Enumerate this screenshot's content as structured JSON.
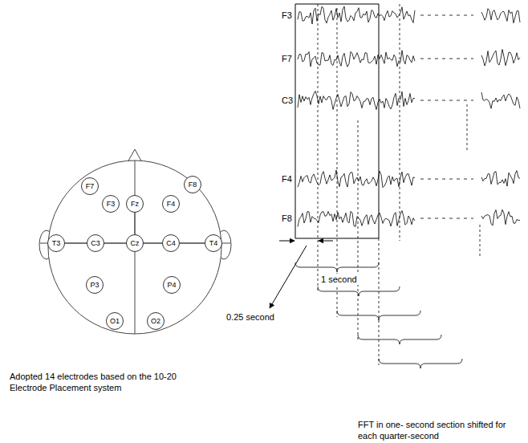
{
  "diagram": {
    "nodes": [
      {
        "text": [
          "F7"
        ]
      },
      {
        "text": [
          "F8"
        ]
      },
      {
        "text": [
          "F3"
        ]
      },
      {
        "text": [
          "Fz"
        ]
      },
      {
        "text": [
          "F4"
        ]
      },
      {
        "text": [
          "T3"
        ]
      },
      {
        "text": [
          "C3"
        ]
      },
      {
        "text": [
          "Cz"
        ]
      },
      {
        "text": [
          "C4"
        ]
      },
      {
        "text": [
          "T4"
        ]
      },
      {
        "text": [
          "P3"
        ]
      },
      {
        "text": [
          "P4"
        ]
      },
      {
        "text": [
          "O1"
        ]
      },
      {
        "text": [
          "O2"
        ]
      }
    ],
    "edges": [
      {
        "from": 5,
        "to": 6,
        "arrow": "none"
      },
      {
        "from": 6,
        "to": 7,
        "arrow": "none"
      },
      {
        "from": 7,
        "to": 8,
        "arrow": "none"
      },
      {
        "from": 8,
        "to": 9,
        "arrow": "none"
      },
      {
        "from": 3,
        "to": 7,
        "arrow": "none"
      }
    ],
    "labels": [
      "F3",
      "F7",
      "C3",
      "F4",
      "F8",
      "1 second",
      "0.25 second",
      "Adopted 14 electrodes based on the 10-20 Electrode Placement system",
      "FFT in one- second section shifted for each quarter-second"
    ]
  }
}
